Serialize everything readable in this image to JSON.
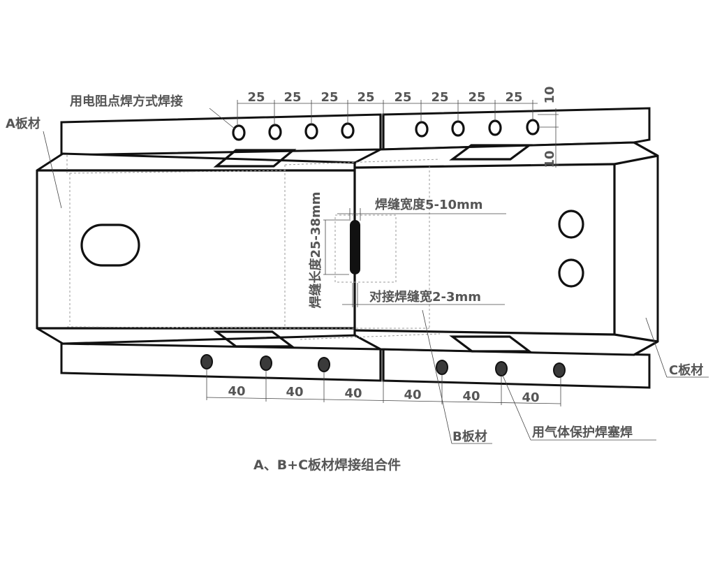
{
  "labels": {
    "a_plate": "A板材",
    "b_plate": "B板材",
    "c_plate": "C板材",
    "spot_weld": "用电阻点焊方式焊接",
    "plug_weld": "用气体保护焊塞焊",
    "seam_width": "焊缝宽度5-10mm",
    "seam_length": "焊缝长度25-38mm",
    "butt_width": "对接焊缝宽2-3mm",
    "caption": "A、B+C板材焊接组合件"
  },
  "dimensions": {
    "top": [
      "25",
      "25",
      "25",
      "25",
      "25",
      "25",
      "25",
      "25"
    ],
    "right": [
      "10",
      "10"
    ],
    "bottom": [
      "40",
      "40",
      "40",
      "40",
      "40",
      "40"
    ]
  },
  "colors": {
    "line": "#111111",
    "text": "#555555",
    "plug_weld_fill": "#3a3a3a"
  }
}
